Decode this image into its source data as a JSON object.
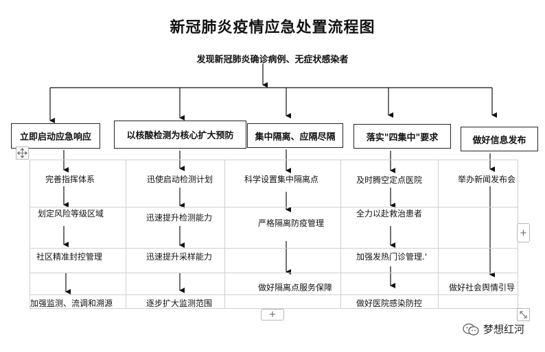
{
  "title": "新冠肺炎疫情应急处置流程图",
  "trigger": "发现新冠肺炎确诊病例、无症状感染者",
  "columns": [
    {
      "header": "立即启动应急响应",
      "steps": [
        "完善指挥体系",
        "划定风险等级区域",
        "社区精准封控管理",
        "加强监测、流调和溯源"
      ]
    },
    {
      "header": "以核酸检测为核心扩大预防",
      "steps": [
        "迅使启动检测计划",
        "迅速提升检测能力",
        "迅速提升采样能力",
        "逐步扩大监测范围"
      ]
    },
    {
      "header": "集中隔离、应隔尽隔",
      "steps": [
        "科学设置集中隔离点",
        "严格隔离防疫管理",
        "做好隔离点服务保障"
      ]
    },
    {
      "header": "落实\"四集中\"要求",
      "steps": [
        "及时腾空定点医院",
        "全力以赴救治患者",
        "加强发热门诊管理.'",
        "做好医院感染防控"
      ]
    },
    {
      "header": "做好信息发布",
      "steps": [
        "举办新闻发布会",
        "做好社会舆情引导"
      ]
    }
  ],
  "ui": {
    "move_handle_icon": "move-cross-icon",
    "add_row": "+",
    "add_col": "+",
    "resize_icon": "resize-diagonal-icon"
  },
  "watermark": {
    "text": "梦想红河",
    "icon": "wechat-official-account-icon"
  }
}
